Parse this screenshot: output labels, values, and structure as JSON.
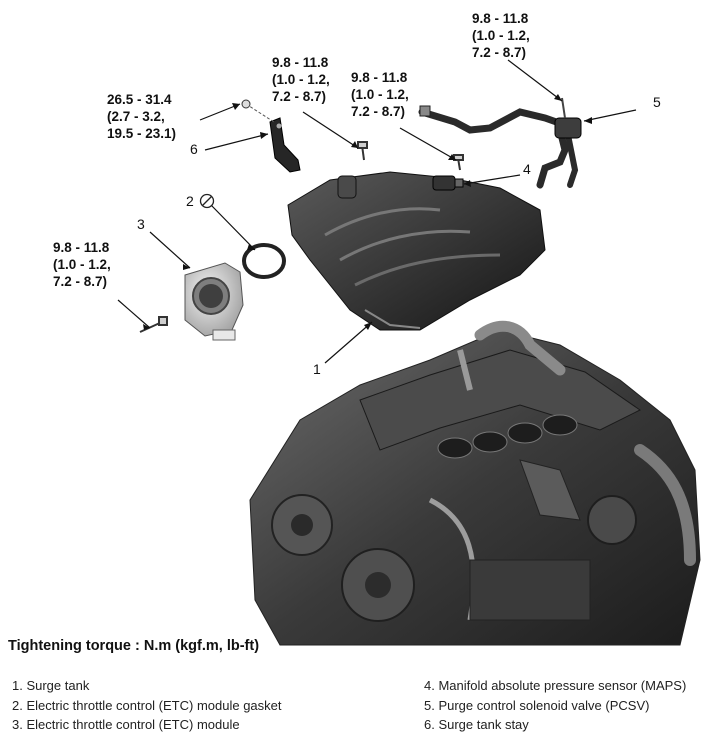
{
  "torque_labels": {
    "stay_bolt": "26.5 - 31.4\n(2.7 - 3.2,\n19.5 - 23.1)",
    "surge_bolt": "9.8 - 11.8\n(1.0 - 1.2,\n7.2 - 8.7)",
    "map_bolt": "9.8 - 11.8\n(1.0 - 1.2,\n7.2 - 8.7)",
    "pcsv_bolt": "9.8 - 11.8\n(1.0 - 1.2,\n7.2 - 8.7)",
    "etc_bolt": "9.8 - 11.8\n(1.0 - 1.2,\n7.2 - 8.7)"
  },
  "callouts": [
    "1",
    "2",
    "3",
    "4",
    "5",
    "6"
  ],
  "heading": "Tightening torque : N.m (kgf.m, lb-ft)",
  "legend_left": [
    "1. Surge tank",
    "2. Electric throttle control (ETC) module gasket",
    "3. Electric throttle control (ETC) module"
  ],
  "legend_right": [
    "4. Manifold absolute pressure sensor (MAPS)",
    "5. Purge control solenoid valve (PCSV)",
    "6. Surge tank stay"
  ],
  "icons": [
    "no-reuse-icon"
  ]
}
